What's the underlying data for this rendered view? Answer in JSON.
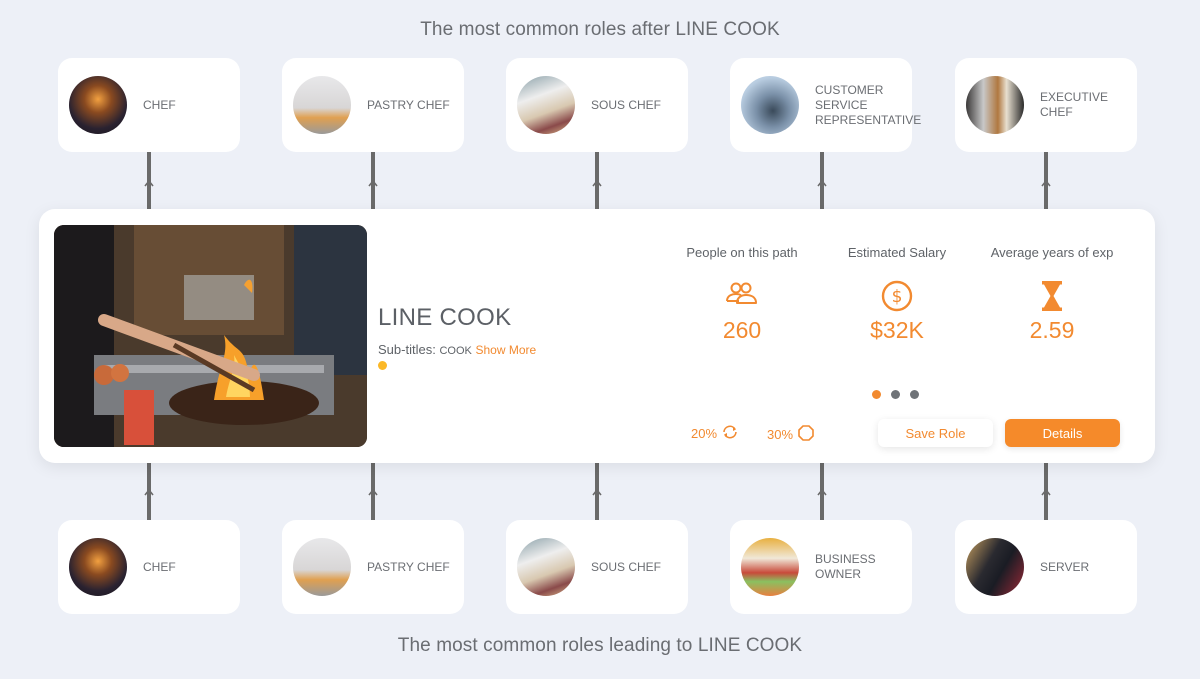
{
  "header": {
    "title": "The most common roles after LINE COOK"
  },
  "footer": {
    "title": "The most common roles leading to LINE COOK"
  },
  "next_roles": [
    {
      "label": "CHEF",
      "image": "chef-photo"
    },
    {
      "label": "PASTRY CHEF",
      "image": "pastry-chef-photo"
    },
    {
      "label": "SOUS CHEF",
      "image": "sous-chef-photo"
    },
    {
      "label": "CUSTOMER SERVICE REPRESENTATIVE",
      "image": "customer-service-photo"
    },
    {
      "label": "EXECUTIVE CHEF",
      "image": "executive-chef-photo"
    }
  ],
  "previous_roles": [
    {
      "label": "CHEF",
      "image": "chef-photo"
    },
    {
      "label": "PASTRY CHEF",
      "image": "pastry-chef-photo"
    },
    {
      "label": "SOUS CHEF",
      "image": "sous-chef-photo"
    },
    {
      "label": "BUSINESS OWNER",
      "image": "business-owner-photo"
    },
    {
      "label": "SERVER",
      "image": "server-photo"
    }
  ],
  "current_role": {
    "name": "LINE COOK",
    "subtitles_label": "Sub-titles:",
    "subtitles_value": "COOK",
    "show_more": "Show More",
    "image": "line-cook-wok-photo",
    "status_color": "#fbb827"
  },
  "stats": [
    {
      "label": "People on this path",
      "icon": "people-icon",
      "value": "260"
    },
    {
      "label": "Estimated Salary",
      "icon": "dollar-circle-icon",
      "value": "$32K"
    },
    {
      "label": "Average years of exp",
      "icon": "hourglass-icon",
      "value": "2.59"
    }
  ],
  "pager": {
    "count": 3,
    "active_index": 0
  },
  "metrics": [
    {
      "value": "20%",
      "icon": "refresh-icon"
    },
    {
      "value": "30%",
      "icon": "octagon-icon"
    }
  ],
  "actions": {
    "save_label": "Save Role",
    "details_label": "Details"
  },
  "colors": {
    "accent": "#f28a30",
    "background": "#edf0f7",
    "connector": "#6a6a6a"
  }
}
